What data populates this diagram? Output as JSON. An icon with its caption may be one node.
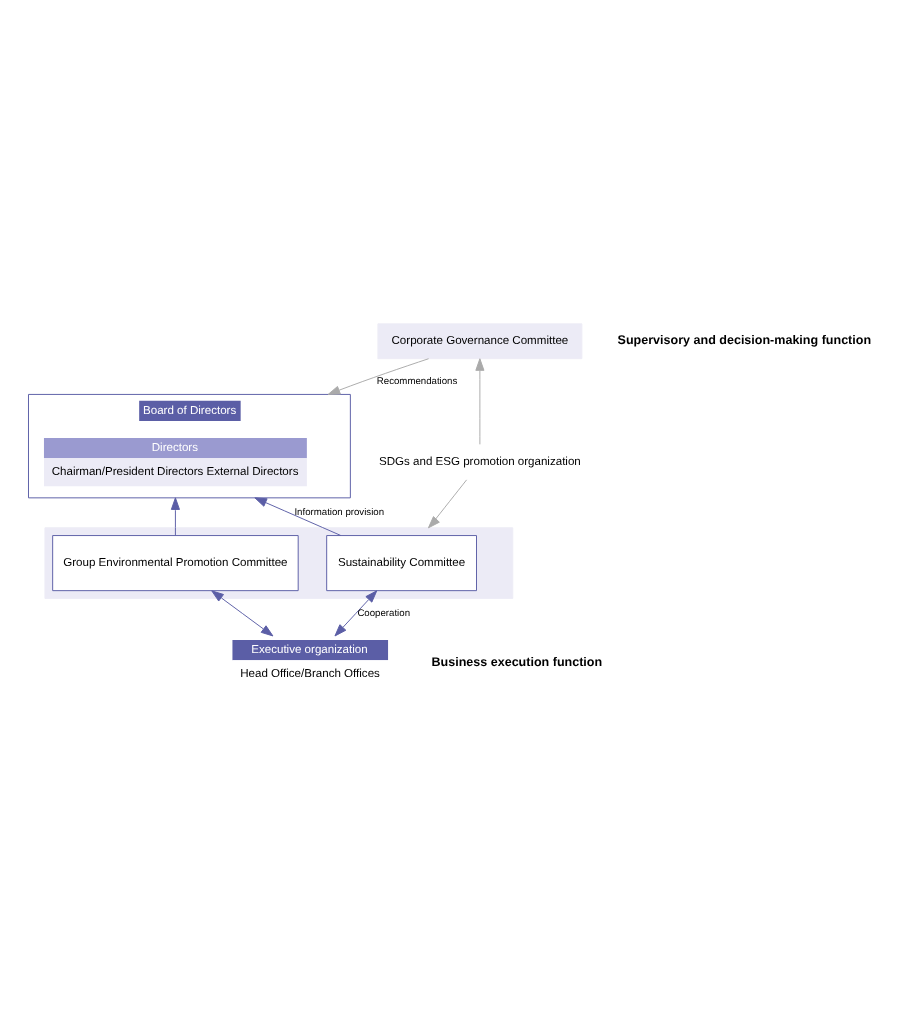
{
  "diagram": {
    "nodes": [
      {
        "text": [
          "Corporate Governance Committee"
        ]
      },
      {
        "text": [
          "Board of Directors"
        ]
      },
      {
        "text": [
          "Directors",
          "Chairman/President Directors External Directors"
        ],
        "in": 1
      },
      {
        "text": [
          "SDGs and ESG promotion organization"
        ]
      },
      {
        "text": [],
        "shape": "box"
      },
      {
        "text": [
          "Sustainability Committee"
        ],
        "in": 4
      },
      {
        "text": [
          "Group Environmental Promotion Committee"
        ],
        "in": 4
      },
      {
        "text": [
          "Executive organization",
          "Head Office/Branch Offices"
        ]
      }
    ],
    "edges": [
      {
        "from": 0,
        "to": 1,
        "arrow": "to",
        "label": "Recommendations",
        "color": "#aaaaaa"
      },
      {
        "from": 3,
        "to": 0,
        "arrow": "to",
        "color": "#aaaaaa"
      },
      {
        "from": 3,
        "to": 4,
        "arrow": "to",
        "color": "#aaaaaa"
      },
      {
        "from": 5,
        "to": 1,
        "arrow": "to",
        "label": "Information provision"
      },
      {
        "from": 6,
        "to": 1,
        "arrow": "to"
      },
      {
        "from": 5,
        "to": 7,
        "arrow": "both",
        "label": "Cooperation"
      },
      {
        "from": 6,
        "to": 7,
        "arrow": "both"
      }
    ],
    "labels": [
      "Supervisory and decision-making function",
      "Business execution function"
    ]
  }
}
